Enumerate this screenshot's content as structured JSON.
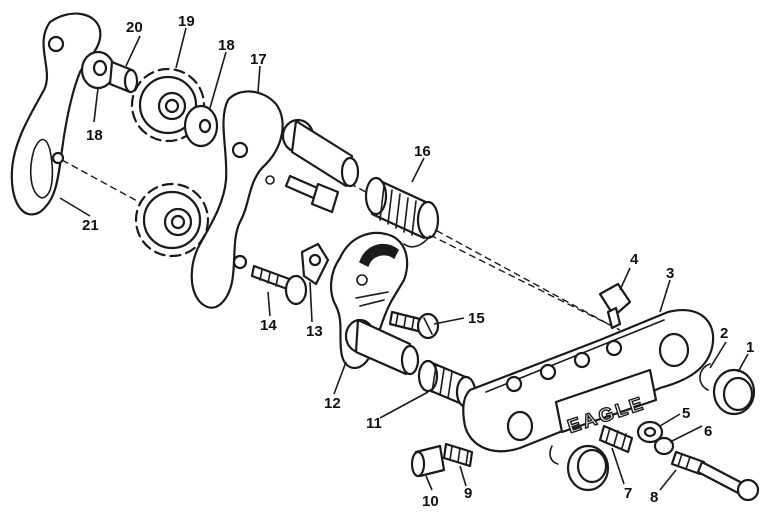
{
  "diagram": {
    "brand_label": "EAGLE",
    "part_numbers": [
      "1",
      "2",
      "3",
      "4",
      "5",
      "6",
      "7",
      "8",
      "9",
      "10",
      "11",
      "12",
      "13",
      "14",
      "15",
      "16",
      "17",
      "18",
      "18",
      "19",
      "20",
      "21"
    ]
  }
}
